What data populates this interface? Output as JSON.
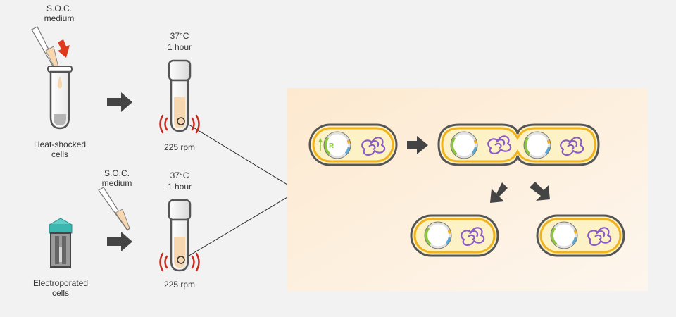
{
  "top_row": {
    "medium_label_1": "S.O.C.",
    "medium_label_2": "medium",
    "sample_label_1": "Heat-shocked",
    "sample_label_2": "cells",
    "temp_label": "37°C",
    "time_label": "1 hour",
    "speed_label": "225 rpm"
  },
  "bottom_row": {
    "medium_label_1": "S.O.C.",
    "medium_label_2": "medium",
    "sample_label_1": "Electroporated",
    "sample_label_2": "cells",
    "temp_label": "37°C",
    "time_label": "1 hour",
    "speed_label": "225 rpm"
  },
  "zoom_panel": {
    "resistance_gene_label": "R"
  },
  "colors": {
    "background": "#f2f2f2",
    "panel_gradient_start": "#fde9cf",
    "panel_gradient_end": "#fdf6ee",
    "cell_outline": "#555555",
    "cell_membrane": "#f2b21b",
    "cell_cytoplasm": "#fdf2c6",
    "plasmid_green": "#8cc63f",
    "plasmid_blue": "#5aa9d6",
    "dna_purple": "#8b5bc8",
    "arrow_gray": "#444444",
    "shake_red": "#cc2a1e",
    "pour_arrow_red": "#e03a1e",
    "medium_tan": "#f6d7b0",
    "cuvette_teal": "#3cb6b0"
  }
}
